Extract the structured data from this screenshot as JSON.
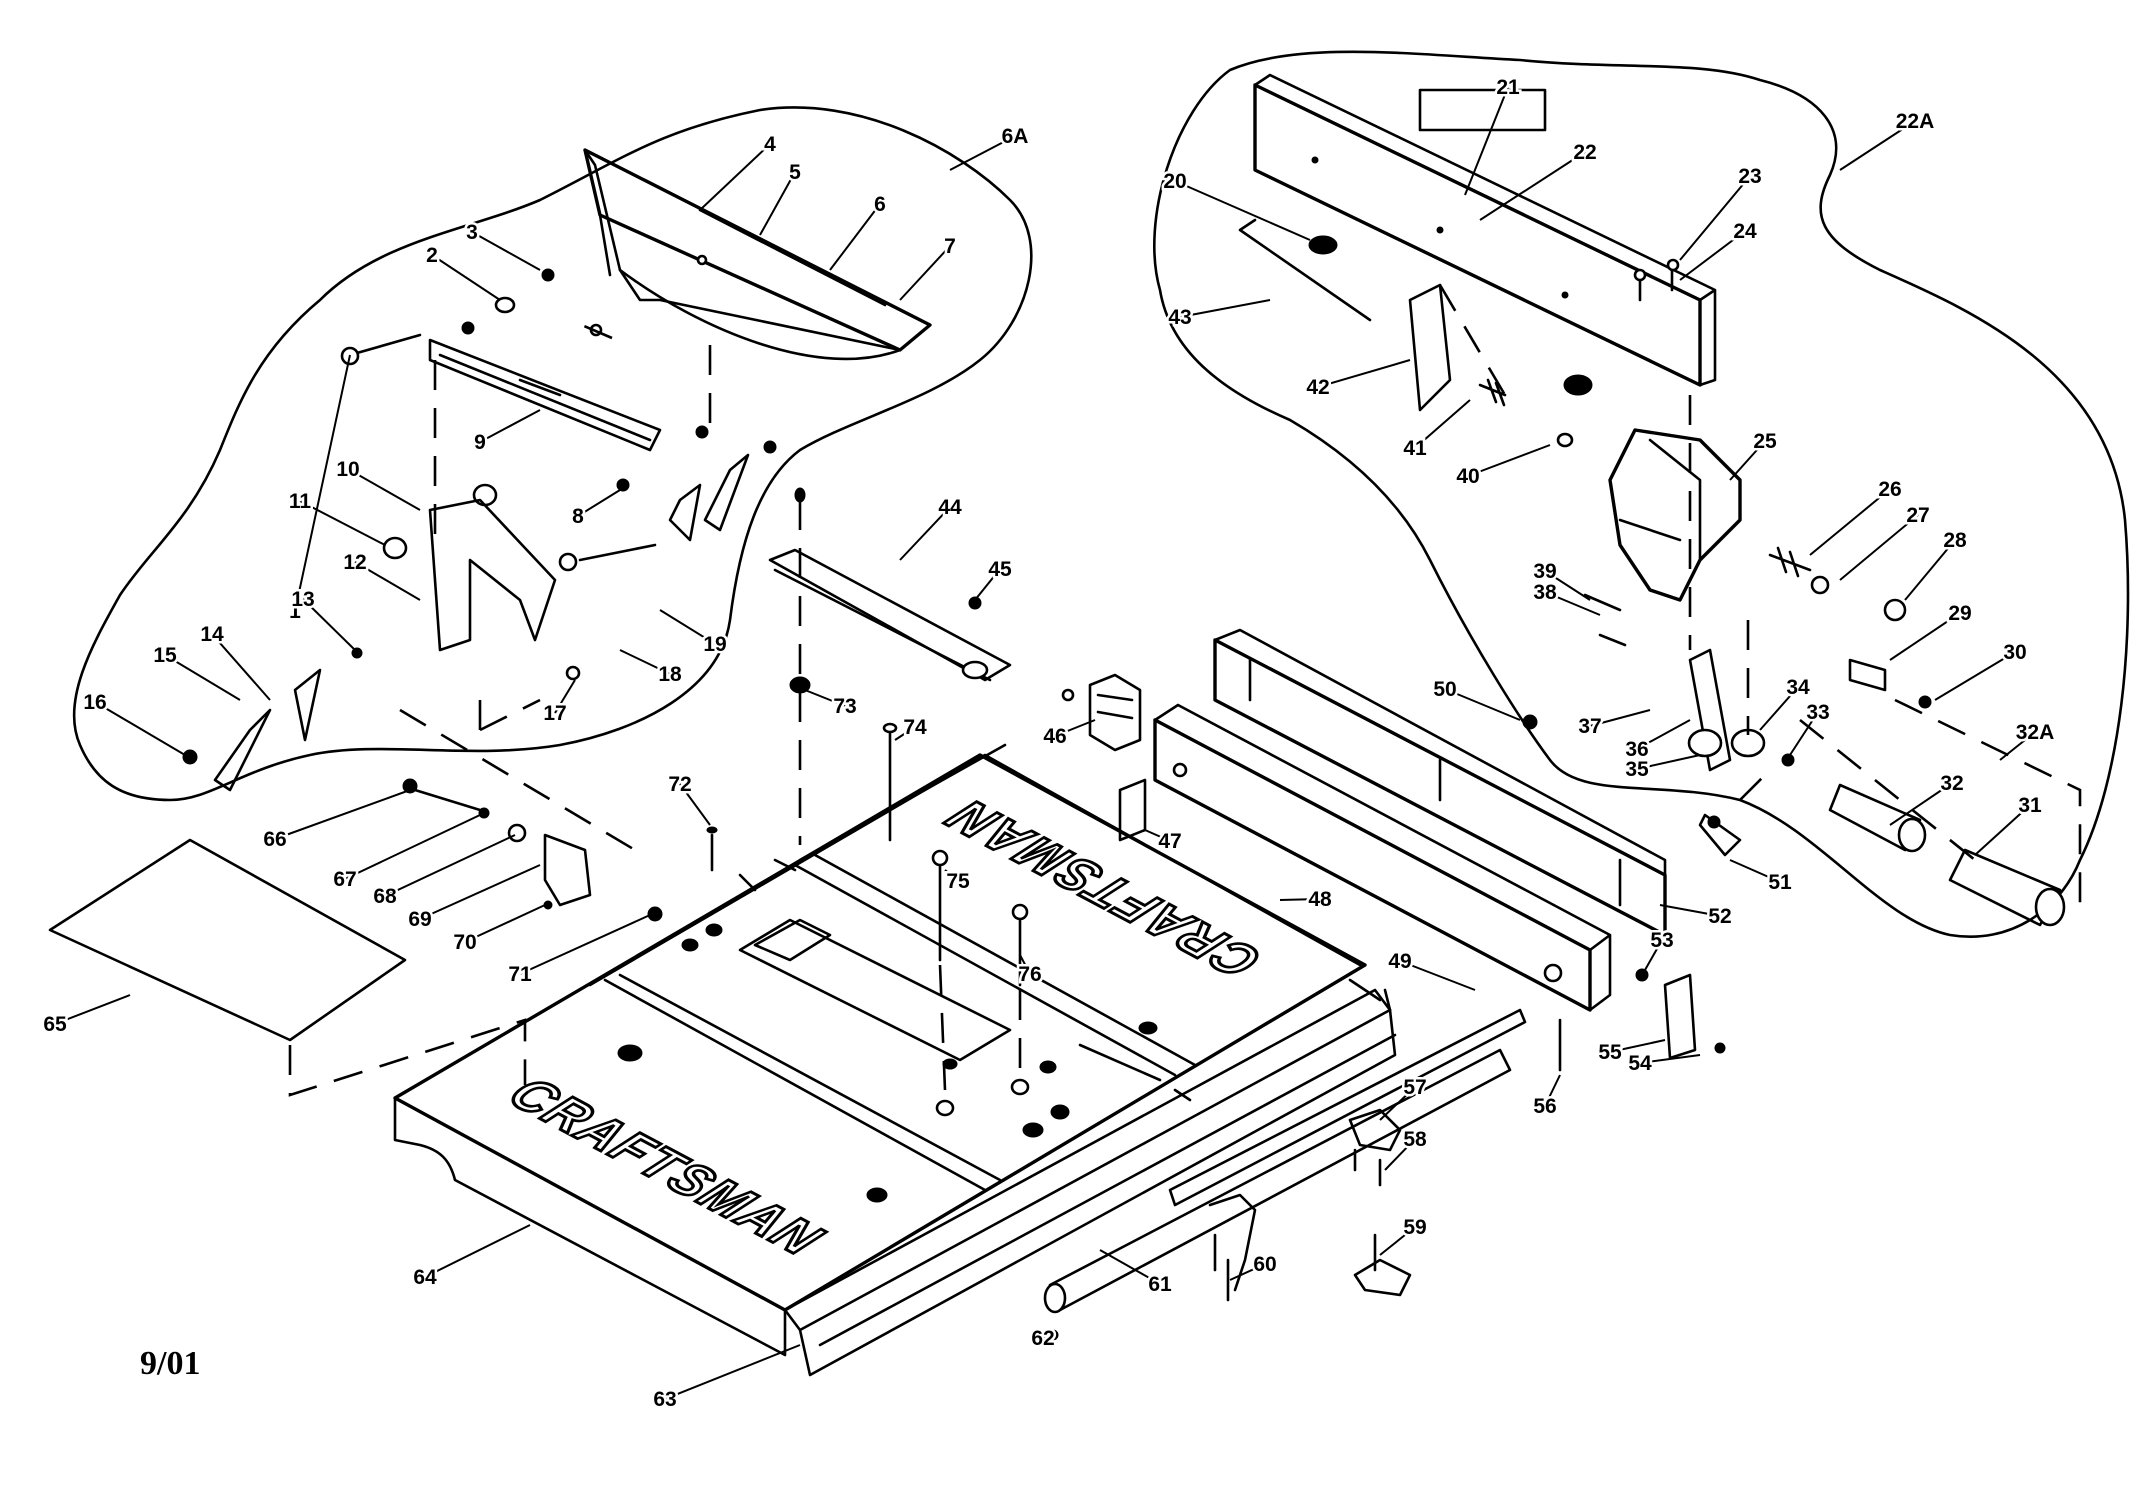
{
  "diagram": {
    "date_code": "9/01",
    "brand_text": "CRAFTSMAN",
    "assembly_labels": [
      "6A",
      "22A",
      "32A"
    ],
    "part_labels": [
      "1",
      "2",
      "3",
      "4",
      "5",
      "6",
      "7",
      "8",
      "9",
      "10",
      "11",
      "12",
      "13",
      "14",
      "15",
      "16",
      "17",
      "18",
      "19",
      "20",
      "21",
      "22",
      "23",
      "24",
      "25",
      "26",
      "27",
      "28",
      "29",
      "30",
      "31",
      "32",
      "33",
      "34",
      "35",
      "36",
      "37",
      "38",
      "39",
      "40",
      "41",
      "42",
      "43",
      "44",
      "45",
      "46",
      "47",
      "48",
      "49",
      "50",
      "51",
      "52",
      "53",
      "54",
      "55",
      "56",
      "57",
      "58",
      "59",
      "60",
      "61",
      "62",
      "63",
      "64",
      "65",
      "66",
      "67",
      "68",
      "69",
      "70",
      "71",
      "72",
      "73",
      "74",
      "75",
      "76"
    ]
  }
}
